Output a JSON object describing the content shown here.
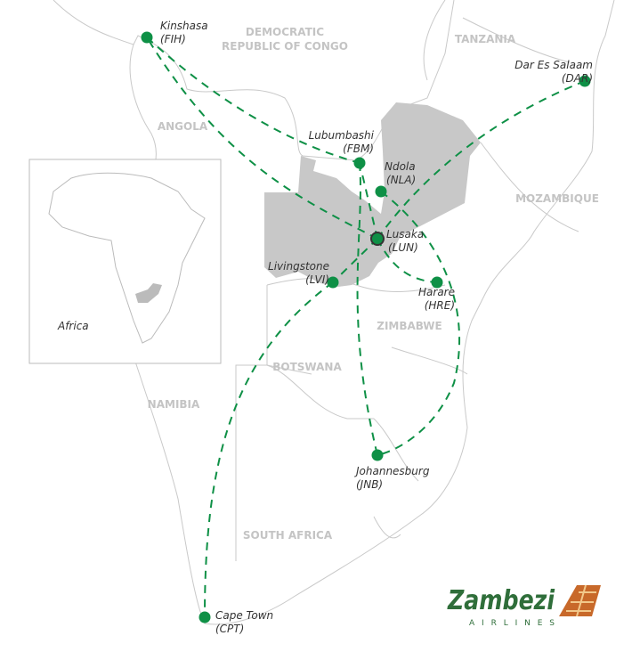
{
  "countries": {
    "drc": [
      "DEMOCRATIC",
      "REPUBLIC OF CONGO"
    ],
    "tanzania": "TANZANIA",
    "angola": "ANGOLA",
    "mozambique": "MOZAMBIQUE",
    "zimbabwe": "ZIMBABWE",
    "botswana": "BOTSWANA",
    "namibia": "NAMIBIA",
    "south_africa": "SOUTH AFRICA"
  },
  "cities": [
    {
      "name": "Kinshasa",
      "code": "(FIH)"
    },
    {
      "name": "Dar Es Salaam",
      "code": "(DAR)"
    },
    {
      "name": "Lubumbashi",
      "code": "(FBM)"
    },
    {
      "name": "Ndola",
      "code": "(NLA)"
    },
    {
      "name": "Lusaka",
      "code": "(LUN)"
    },
    {
      "name": "Livingstone",
      "code": "(LVI)"
    },
    {
      "name": "Harare",
      "code": "(HRE)"
    },
    {
      "name": "Johannesburg",
      "code": "(JNB)"
    },
    {
      "name": "Cape Town",
      "code": "(CPT)"
    }
  ],
  "inset": {
    "label": "Africa"
  },
  "logo": {
    "name": "Zambezi",
    "sub": "AIRLINES"
  },
  "colors": {
    "route": "#0e9046",
    "zambia": "#c8c8c8",
    "logo_green": "#2f6e3a",
    "logo_orange": "#c8692a"
  }
}
